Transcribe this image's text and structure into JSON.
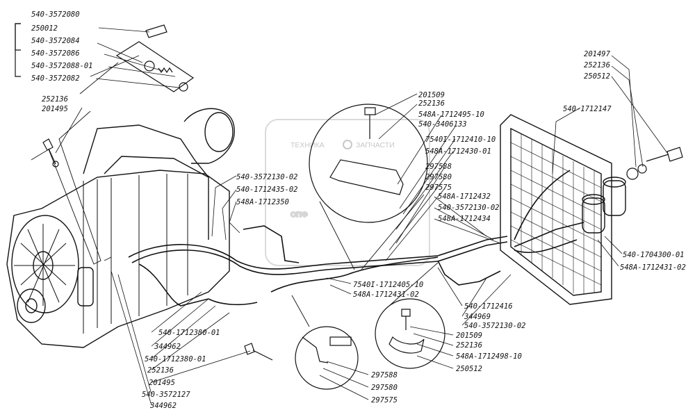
{
  "watermark": {
    "left_text": "ТЕХНИКА",
    "right_text": "ЗАПЧАСТИ",
    "logo_text": "ОПФ"
  },
  "labels": {
    "l1": "540-3572080",
    "l2": "250012",
    "l3": "540-3572084",
    "l4": "540-3572086",
    "l5": "540-3572088-01",
    "l6": "540-3572082",
    "l7": "252136",
    "l8": "201495",
    "l9": "201509",
    "l10": "252136",
    "l11": "548А-1712495-10",
    "l12": "540-3406133",
    "l13": "7540I-1712410-10",
    "l14": "548А-1712430-01",
    "l15": "297588",
    "l16": "297580",
    "l17": "297575",
    "l18": "540-1712147",
    "l19": "201497",
    "l20": "252136",
    "l21": "250512",
    "l22": "540-3572130-02",
    "l23": "540-1712435-02",
    "l24": "548А-1712350",
    "l25": "548А-1712432",
    "l26": "540-3572130-02",
    "l27": "548А-1712434",
    "l28": "540-1704300-01",
    "l29": "548А-1712431-02",
    "l30": "7540I-1712405-10",
    "l31": "548А-1712431-02",
    "l32": "540-1712416",
    "l33": "344969",
    "l34": "540-3572130-02",
    "l35": "201509",
    "l36": "252136",
    "l37": "548А-1712498-10",
    "l38": "250512",
    "l39": "540-1712380-01",
    "l40": "344962",
    "l41": "540-1712380-01",
    "l42": "252136",
    "l43": "201495",
    "l44": "540-3572127",
    "l45": "344962",
    "l46": "297588",
    "l47": "297580",
    "l48": "297575"
  }
}
